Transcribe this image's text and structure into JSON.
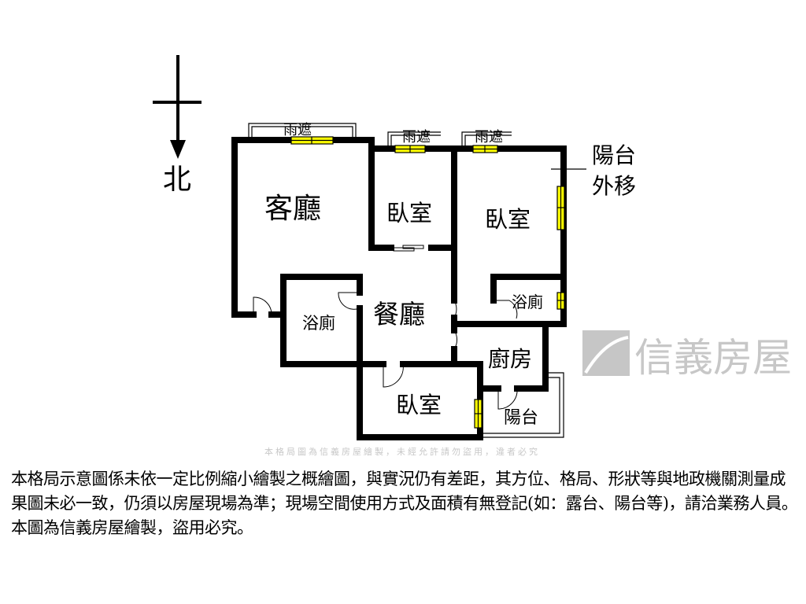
{
  "compass": {
    "north_label": "北"
  },
  "rooms": {
    "living_room": "客廳",
    "bedroom_1": "臥室",
    "bedroom_2": "臥室",
    "bedroom_3": "臥室",
    "dining_room": "餐廳",
    "bathroom_1": "浴廁",
    "bathroom_2": "浴廁",
    "kitchen": "廚房",
    "balcony": "陽台"
  },
  "annotations": {
    "canopy_1": "雨遮",
    "canopy_2": "雨遮",
    "canopy_3": "雨遮",
    "balcony_moved_line1": "陽台",
    "balcony_moved_line2": "外移"
  },
  "watermark": {
    "logo_text": "信義房屋",
    "notice": "本格局圖為信義房屋繪製，未經允許請勿盜用，違者必究"
  },
  "disclaimer": "本格局示意圖係未依一定比例縮小繪製之概繪圖，與實況仍有差距，其方位、格局、形狀等與地政機關測量成果圖未必一致，仍須以房屋現場為準；現場空間使用方式及面積有無登記(如：露台、陽台等)，請洽業務人員。本圖為信義房屋繪製，盜用必究。",
  "colors": {
    "wall": "#000000",
    "window": "#ffff00",
    "watermark": "#9a9a9a"
  }
}
